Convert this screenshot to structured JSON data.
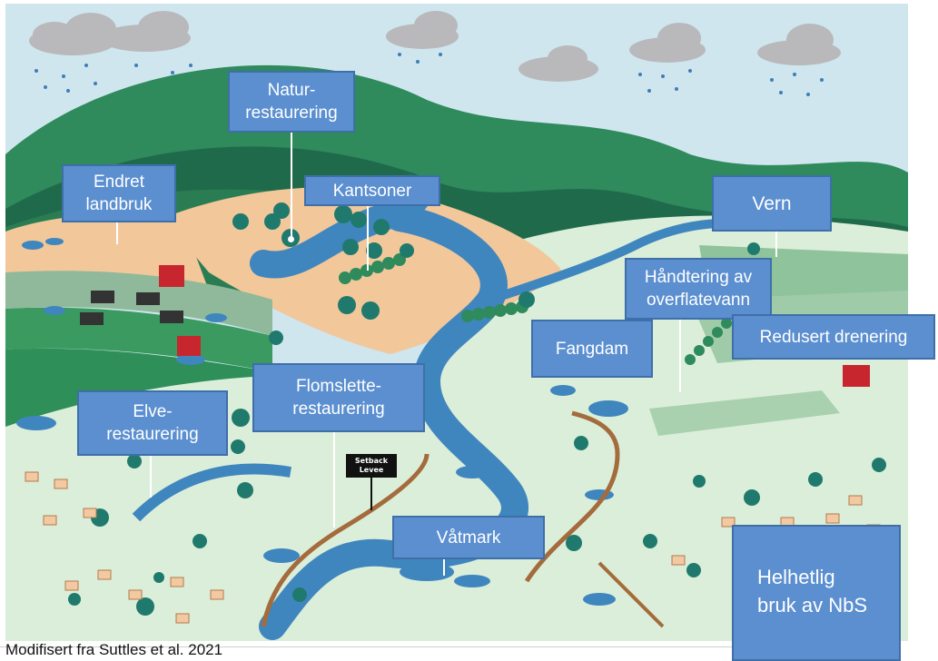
{
  "labels": {
    "natur": "Natur-\nrestaurering",
    "endret": "Endret\nlandbruk",
    "kantsoner": "Kantsoner",
    "vern": "Vern",
    "handtering": "Håndtering av\noverflatevann",
    "redusert": "Redusert drenering",
    "fangdam": "Fangdam",
    "flomslette": "Flomslette-\nrestaurering",
    "elve": "Elve-\nrestaurering",
    "vatmark": "Våtmark",
    "helhetlig": "Helhetlig\nbruk av NbS"
  },
  "sign": "Setback\nLevee",
  "source": "Modifisert fra Suttles et al. 2021",
  "colors": {
    "sky": "#cfe6ee",
    "cloud": "#b9b9bc",
    "rain": "#3c7fb8",
    "hill_dark": "#1f6a4b",
    "hill_mid": "#2f8a5c",
    "hill_light": "#7fbe8d",
    "field_orange": "#f2c79a",
    "land_light": "#dbeed9",
    "river": "#3f86bf",
    "label_bg": "#5b8fd0",
    "label_border": "#3f6fa8"
  }
}
